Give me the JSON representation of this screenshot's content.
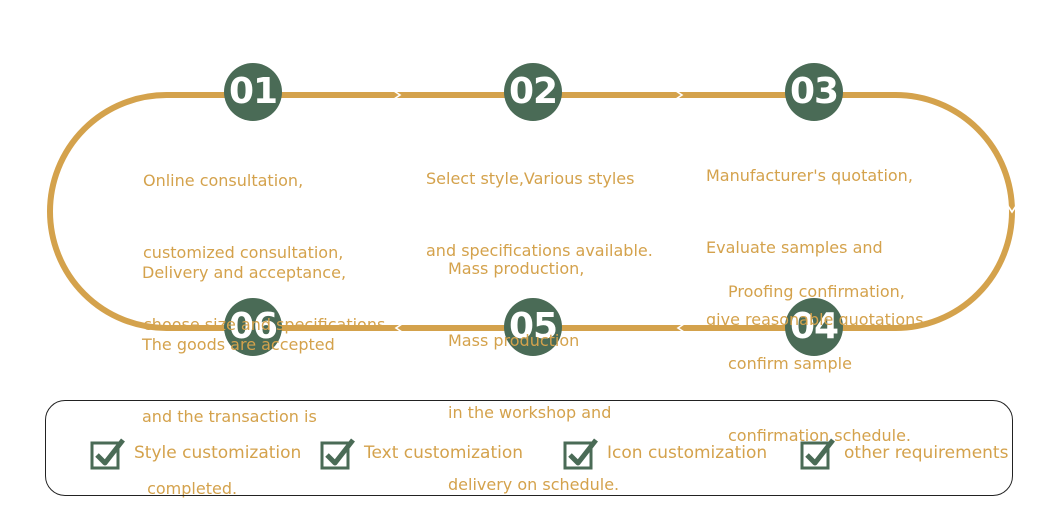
{
  "colors": {
    "track": "#d4a24c",
    "circle": "#4a6b56",
    "text": "#d4a24c",
    "border": "#222222"
  },
  "steps": [
    {
      "number": "01",
      "lines": [
        "Online consultation,",
        "customized consultation,",
        "choose size and specifications."
      ]
    },
    {
      "number": "02",
      "lines": [
        "Select style,Various styles",
        "and specifications available."
      ]
    },
    {
      "number": "03",
      "lines": [
        "Manufacturer's quotation,",
        "Evaluate samples and",
        "give reasonable quotations."
      ]
    },
    {
      "number": "04",
      "lines": [
        "Proofing confirmation,",
        "confirm sample",
        "confirmation schedule."
      ]
    },
    {
      "number": "05",
      "lines": [
        "Mass production,",
        "Mass production",
        "in the workshop and",
        "delivery on schedule."
      ]
    },
    {
      "number": "06",
      "lines": [
        "Delivery and acceptance,",
        "The goods are accepted",
        "and the transaction is",
        " completed."
      ]
    }
  ],
  "options": [
    {
      "label": "Style customization",
      "icon": "checkbox-check-icon"
    },
    {
      "label": "Text customization",
      "icon": "checkbox-check-icon"
    },
    {
      "label": "Icon customization",
      "icon": "checkbox-check-icon"
    },
    {
      "label": "other requirements",
      "icon": "checkbox-check-icon"
    }
  ]
}
